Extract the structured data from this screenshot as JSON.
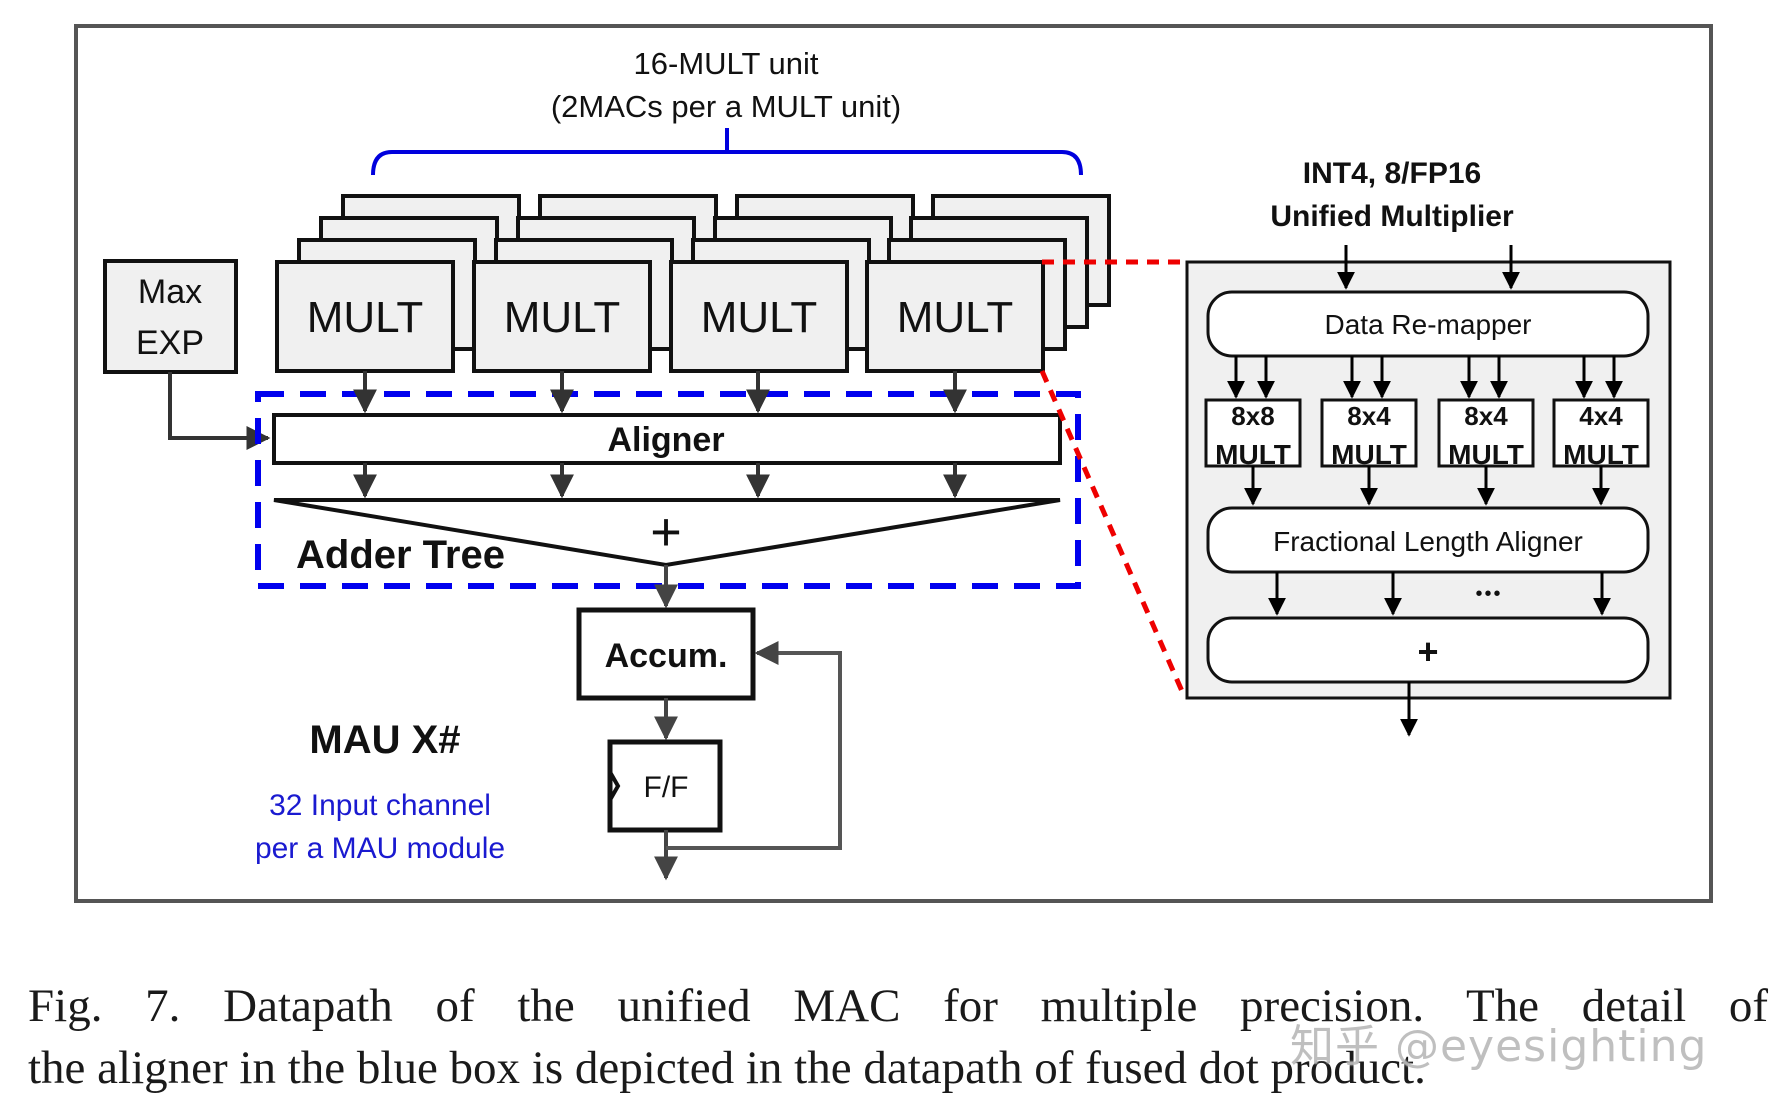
{
  "figure": {
    "top_label_line1": "16-MULT unit",
    "top_label_line2": "(2MACs per a MULT unit)",
    "max_exp_line1": "Max",
    "max_exp_line2": "EXP",
    "mult_label": "MULT",
    "mult_front_count": 4,
    "mult_stack_depth": 4,
    "aligner_label": "Aligner",
    "adder_tree_label": "Adder Tree",
    "adder_symbol": "+",
    "accum_label": "Accum.",
    "ff_label": "F/F",
    "mau_title": "MAU X#",
    "mau_desc_line1": "32 Input channel",
    "mau_desc_line2": "per a MAU module",
    "detail": {
      "title_line1": "INT4, 8/FP16",
      "title_line2": "Unified Multiplier",
      "remapper_label": "Data Re-mapper",
      "sub_mults": [
        {
          "size": "8x8",
          "label": "MULT"
        },
        {
          "size": "8x4",
          "label": "MULT"
        },
        {
          "size": "8x4",
          "label": "MULT"
        },
        {
          "size": "4x4",
          "label": "MULT"
        }
      ],
      "fla_label": "Fractional Length Aligner",
      "ellipsis": "•••",
      "sum_label": "+"
    },
    "colors": {
      "brace_blue": "#0000dd",
      "dashed_blue": "#0000ee",
      "dotted_red": "#ee0000",
      "box_fill": "#f0f0f0",
      "annotation_blue": "#1a1ad0"
    }
  },
  "caption": {
    "line1": "Fig. 7.   Datapath of the unified MAC for multiple precision. The detail of",
    "line2": "the aligner in the blue box is depicted in the datapath of fused dot product."
  },
  "watermark": "知乎 @eyesighting"
}
